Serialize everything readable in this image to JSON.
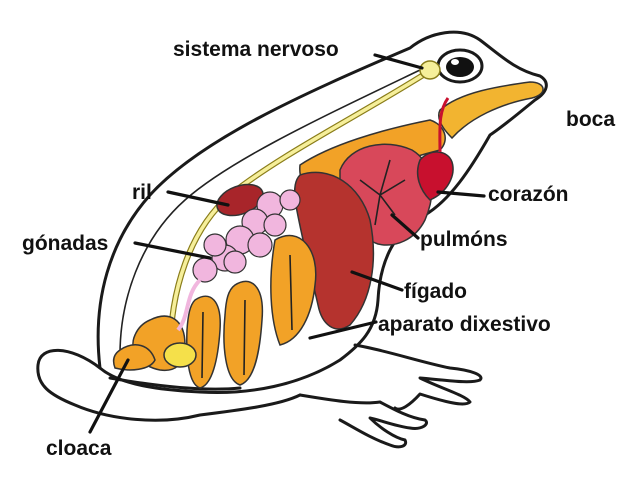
{
  "diagram": {
    "labels": {
      "nervous_system": "sistema nervoso",
      "mouth": "boca",
      "kidney": "ril",
      "heart": "corazón",
      "gonads": "gónadas",
      "lungs": "pulmóns",
      "liver": "fígado",
      "digestive": "aparato dixestivo",
      "cloaca": "cloaca"
    },
    "colors": {
      "liver": "#b5332e",
      "lungs": "#d8485a",
      "heart": "#c8102e",
      "kidney": "#a8252a",
      "gonads": "#f1b6de",
      "intestine": "#f2a227",
      "intestine_dark": "#e07f14",
      "bladder": "#f5e04a",
      "tongue": "#f2b430",
      "nerve": "#f6ef9a",
      "skin": "#ffffff"
    }
  }
}
